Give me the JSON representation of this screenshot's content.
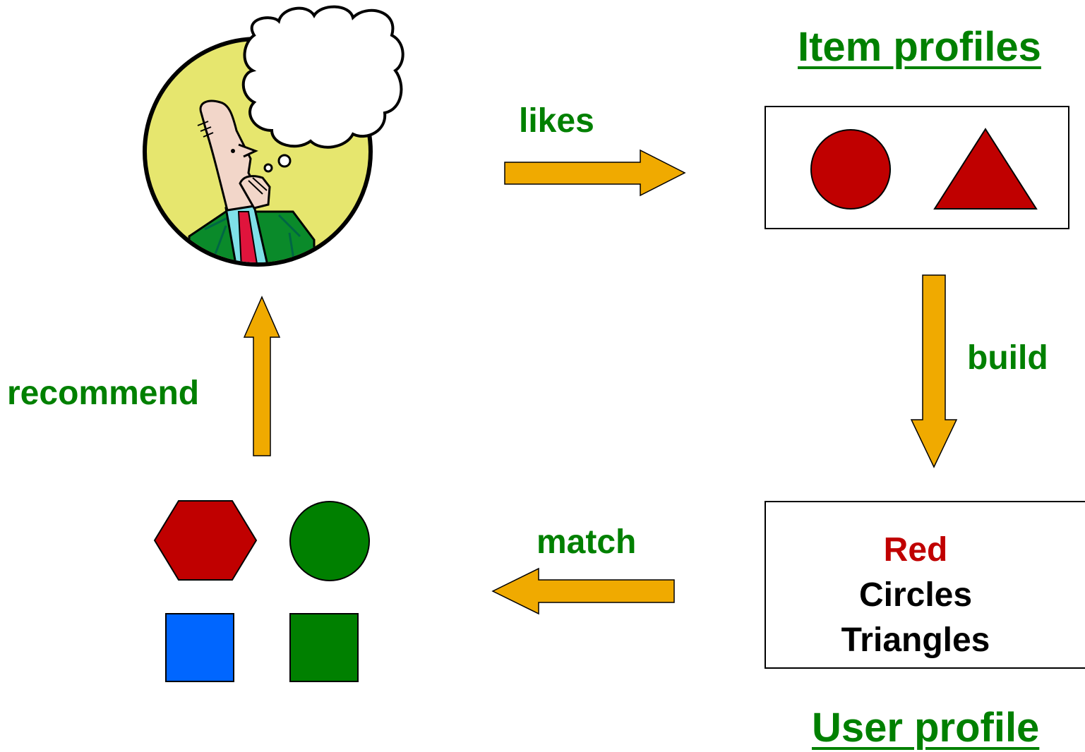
{
  "headings": {
    "item_profiles": "Item profiles",
    "user_profile": "User profile"
  },
  "edges": {
    "likes": "likes",
    "build": "build",
    "match": "match",
    "recommend": "recommend"
  },
  "user_profile_box": {
    "lines": [
      {
        "text": "Red",
        "color": "#C00000"
      },
      {
        "text": "Circles",
        "color": "#000000"
      },
      {
        "text": "Triangles",
        "color": "#000000"
      }
    ]
  },
  "item_profile_shapes": [
    "red-circle-icon",
    "red-triangle-icon"
  ],
  "candidate_items": [
    "red-hexagon-icon",
    "green-circle-icon",
    "blue-square-icon",
    "green-square-icon"
  ],
  "colors": {
    "label_green": "#008000",
    "arrow_fill": "#F0AA00",
    "shape_red": "#C00000",
    "shape_green": "#008000",
    "shape_blue": "#0066FF",
    "person_circle": "#E6E66E"
  }
}
